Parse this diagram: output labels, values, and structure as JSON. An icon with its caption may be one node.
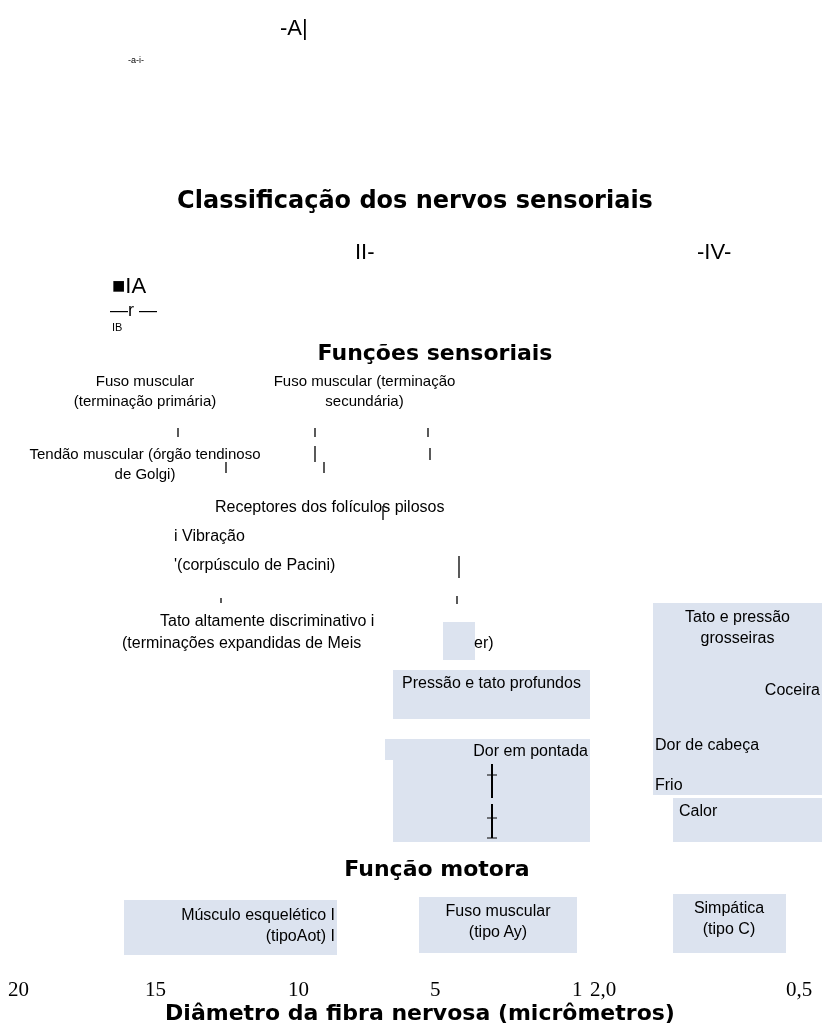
{
  "diagram": {
    "title": "Classificação dos nervos sensoriais",
    "nodes": [
      {
        "text": [
          "Tato e pressão grosseiras",
          "Coceira",
          "Dor de cabeça",
          "Frio"
        ]
      },
      {
        "text": [
          "Calor"
        ]
      },
      {
        "text": [
          "Pressão e tato profundos"
        ]
      },
      {
        "text": [
          "Dor em pontada"
        ]
      },
      {
        "text": [
          "Músculo esquelético I (tipoAot) I"
        ]
      },
      {
        "text": [
          "Fuso muscular (tipo Ay)"
        ]
      },
      {
        "text": [
          "Simpática (tipo C)"
        ]
      }
    ],
    "labels": [
      "-A|",
      "-a-i-",
      "II-",
      "-IV-",
      "■IA",
      "—r —",
      "IB",
      "Funções sensoriais",
      "Fuso muscular (terminação primária)",
      "Fuso muscular (terminação secundária)",
      "Tendão muscular (órgão tendinoso de Golgi)",
      "Receptores dos folículos pilosos",
      "i Vibração",
      "'(corpúsculo de Pacini)",
      "Tato altamente discriminativo i",
      "(terminações expandidas de Meis",
      "er)",
      "Função motora",
      "20",
      "15",
      "10",
      "5",
      "1",
      "2,0",
      "0,5",
      "Diâmetro da fibra nervosa (micrômetros)"
    ]
  }
}
